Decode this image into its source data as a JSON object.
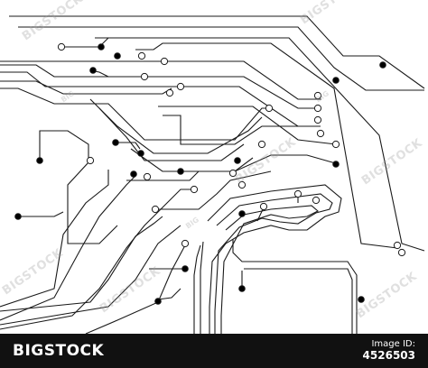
{
  "watermark": {
    "text": "BIGSTOCK",
    "fragment": "BIG"
  },
  "footer": {
    "brand": "BIGSTOCK",
    "image_label": "Image ID:",
    "image_id": "4526503"
  },
  "colors": {
    "trace": "#1a1a1a",
    "pad_fill": "#000000",
    "pad_ring_fill": "#ffffff",
    "background": "#ffffff",
    "footer_bg": "#111111",
    "footer_text": "#ffffff"
  }
}
